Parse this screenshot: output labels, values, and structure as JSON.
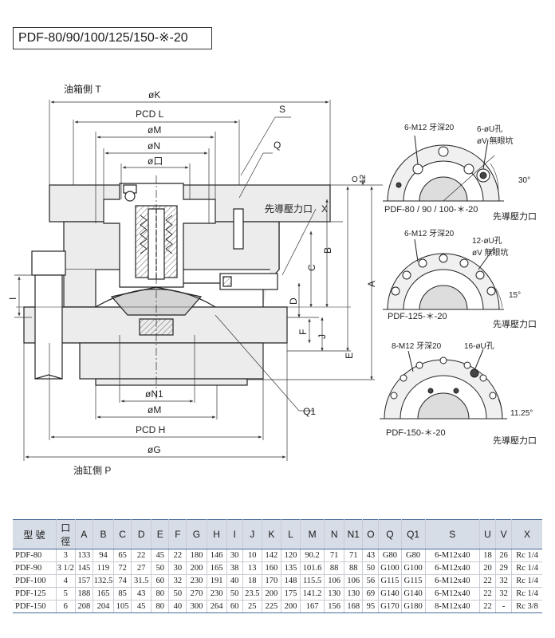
{
  "title": "PDF-80/90/100/125/150-※-20",
  "labels": {
    "tank_side": "油箱側 T",
    "cyl_side": "油缸側 P",
    "phiK": "øK",
    "pcdL": "PCD L",
    "phiM": "øM",
    "phiN": "øN",
    "phiO": "ø口",
    "S": "S",
    "Q": "Q",
    "X": "X",
    "pilot": "先導壓力口",
    "O": "O",
    "twelve": "12",
    "A": "A",
    "B": "B",
    "C": "C",
    "D": "D",
    "E": "E",
    "F": "F",
    "J": "J",
    "I": "I",
    "Q1": "Q1",
    "phiN1": "øN1",
    "phiM2": "øM",
    "pcdH": "PCD H",
    "phiG": "øG"
  },
  "views": [
    {
      "bolt": "6-M12 牙深20",
      "hole": "6-øU孔",
      "cb": "øV 無眼坑",
      "angle": "30°",
      "pilot": "先導壓力口",
      "caption": "PDF-80 / 90 / 100-＊-20"
    },
    {
      "bolt": "6-M12 牙深20",
      "hole": "12-øU孔",
      "cb": "øV 無眼坑",
      "angle": "15°",
      "pilot": "先導壓力口",
      "caption": "PDF-125-＊-20"
    },
    {
      "bolt": "8-M12 牙深20",
      "hole": "16-øU孔",
      "angle": "11.25°",
      "pilot": "先導壓力口",
      "caption": "PDF-150-＊-20"
    }
  ],
  "table": {
    "headers": [
      "型 號",
      "口徑",
      "A",
      "B",
      "C",
      "D",
      "E",
      "F",
      "G",
      "H",
      "I",
      "J",
      "K",
      "L",
      "M",
      "N",
      "N1",
      "O",
      "Q",
      "Q1",
      "S",
      "U",
      "V",
      "X"
    ],
    "rows": [
      [
        "PDF-80",
        "3",
        "133",
        "94",
        "65",
        "22",
        "45",
        "22",
        "180",
        "146",
        "30",
        "10",
        "142",
        "120",
        "90.2",
        "71",
        "71",
        "43",
        "G80",
        "G80",
        "6-M12x40",
        "18",
        "26",
        "Rc 1/4"
      ],
      [
        "PDF-90",
        "3 1/2",
        "145",
        "119",
        "72",
        "27",
        "50",
        "30",
        "200",
        "165",
        "38",
        "13",
        "160",
        "135",
        "101.6",
        "88",
        "88",
        "50",
        "G100",
        "G100",
        "6-M12x40",
        "20",
        "29",
        "Rc 1/4"
      ],
      [
        "PDF-100",
        "4",
        "157",
        "132.5",
        "74",
        "31.5",
        "60",
        "32",
        "230",
        "191",
        "40",
        "18",
        "170",
        "148",
        "115.5",
        "106",
        "106",
        "56",
        "G115",
        "G115",
        "6-M12x40",
        "22",
        "32",
        "Rc 1/4"
      ],
      [
        "PDF-125",
        "5",
        "188",
        "165",
        "85",
        "43",
        "80",
        "50",
        "270",
        "230",
        "50",
        "23.5",
        "200",
        "175",
        "141.2",
        "130",
        "130",
        "69",
        "G140",
        "G140",
        "6-M12x40",
        "22",
        "32",
        "Rc 1/4"
      ],
      [
        "PDF-150",
        "6",
        "208",
        "204",
        "105",
        "45",
        "80",
        "40",
        "300",
        "264",
        "60",
        "25",
        "225",
        "200",
        "167",
        "156",
        "168",
        "95",
        "G170",
        "G180",
        "8-M12x40",
        "22",
        "-",
        "Rc 3/8"
      ]
    ]
  }
}
